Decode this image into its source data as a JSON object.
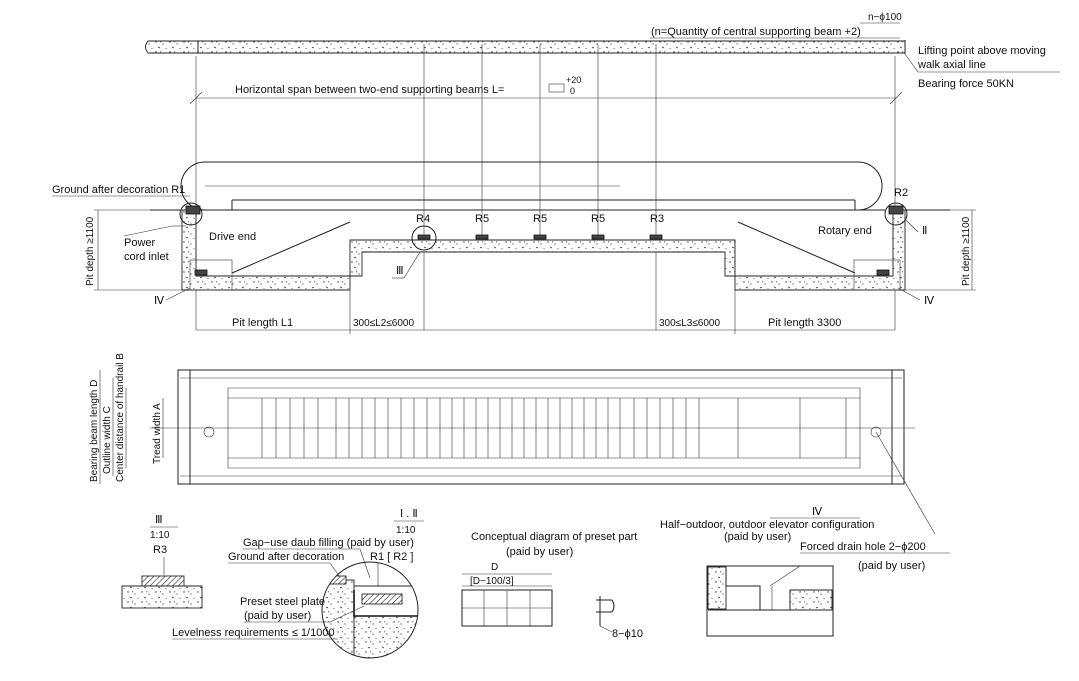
{
  "top": {
    "quantity_label": "n−ϕ100",
    "quantity_note": "(n=Quantity of central supporting beam +2)",
    "lifting_point_1": "Lifting point above moving",
    "lifting_point_2": "walk axial line",
    "bearing_force": "Bearing force 50KN",
    "horizontal_span": "Horizontal span between two-end supporting beams L=",
    "tolerance_upper": "+20",
    "tolerance_lower": "0"
  },
  "elevation": {
    "ground_after_decoration": "Ground after decoration R1",
    "r2": "R2",
    "r4": "R4",
    "r5": "R5",
    "r3": "R3",
    "power_cord_1": "Power",
    "power_cord_2": "cord inlet",
    "drive_end": "Drive end",
    "rotary_end": "Rotary end",
    "pit_depth": "Pit depth ≥1100",
    "ii_label": "Ⅱ",
    "iii_label": "Ⅲ",
    "iv_label": "Ⅳ",
    "pit_length_l1": "Pit length L1",
    "l2_range": "300≤L2≤6000",
    "l3_range": "300≤L3≤6000",
    "pit_length_3300": "Pit length 3300"
  },
  "plan": {
    "bearing_beam_length": "Bearing beam length D",
    "outline_width": "Outline width C",
    "center_distance": "Center distance of handrail B",
    "tread_width": "Tread width A"
  },
  "details": {
    "iii_title": "Ⅲ",
    "iii_scale": "1:10",
    "iii_r3": "R3",
    "i_ii_title": "Ⅰ . Ⅱ",
    "i_ii_scale": "1:10",
    "gap_filling": "Gap−use daub filling (paid by user)",
    "ground_after_decoration": "Ground after decoration",
    "r1_r2": "R1 [ R2 ]",
    "preset_plate_1": "Preset steel plate",
    "preset_plate_2": "(paid by user)",
    "levelness": "Levelness requirements ≤ 1/1000",
    "conceptual_1": "Conceptual diagram of preset part",
    "conceptual_2": "(paid by user)",
    "d_label": "D",
    "d_formula": "[D−100/3]",
    "rebar": "8−ϕ10",
    "iv_title": "Ⅳ",
    "half_outdoor": "Half−outdoor, outdoor elevator configuration",
    "half_outdoor_paid": "(paid by user)",
    "forced_drain": "Forced drain hole 2−ϕ200",
    "forced_drain_paid": "(paid by user)"
  }
}
